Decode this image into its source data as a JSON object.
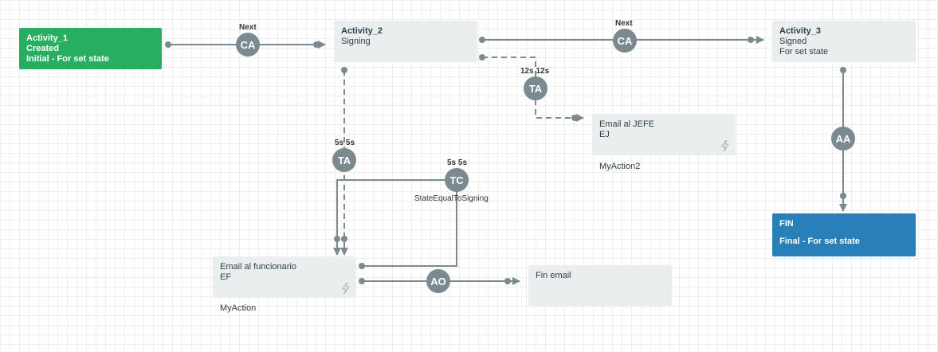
{
  "nodes": {
    "activity_1": {
      "title": "Activity_1",
      "lines": [
        "Created",
        "Initial - For set state"
      ]
    },
    "activity_2": {
      "title": "Activity_2",
      "lines": [
        "Signing"
      ]
    },
    "activity_3": {
      "title": "Activity_3",
      "lines": [
        "Signed",
        "For set state"
      ]
    },
    "email_jefe": {
      "title": "Email al JEFE",
      "lines": [
        "EJ"
      ],
      "caption": "MyAction2"
    },
    "fin": {
      "title": "FIN",
      "lines": [
        "Final - For set state"
      ]
    },
    "email_funcionario": {
      "title": "Email al funcionario",
      "lines": [
        "EF"
      ],
      "caption": "MyAction"
    },
    "fin_email": {
      "title": "Fin email",
      "lines": []
    }
  },
  "connections": {
    "a1_to_a2": {
      "badge": "CA",
      "label": "Next"
    },
    "a2_to_a3": {
      "badge": "CA",
      "label": "Next"
    },
    "a2_to_jefe": {
      "badge": "TA",
      "label": "12s 12s"
    },
    "a2_to_funcionario": {
      "badge": "TA",
      "label": "5s 5s"
    },
    "funcionario_loop": {
      "badge": "TC",
      "label": "5s 5s",
      "label2": "StateEqualToSigning"
    },
    "a3_to_fin": {
      "badge": "AA"
    },
    "funcionario_to_finemail": {
      "badge": "AO"
    }
  },
  "colors": {
    "line": "#7b8a8e",
    "badge": "#7b8a8e",
    "initial_state": "#27ae60",
    "final_state": "#2980b9",
    "activity": "#ebeeef"
  }
}
